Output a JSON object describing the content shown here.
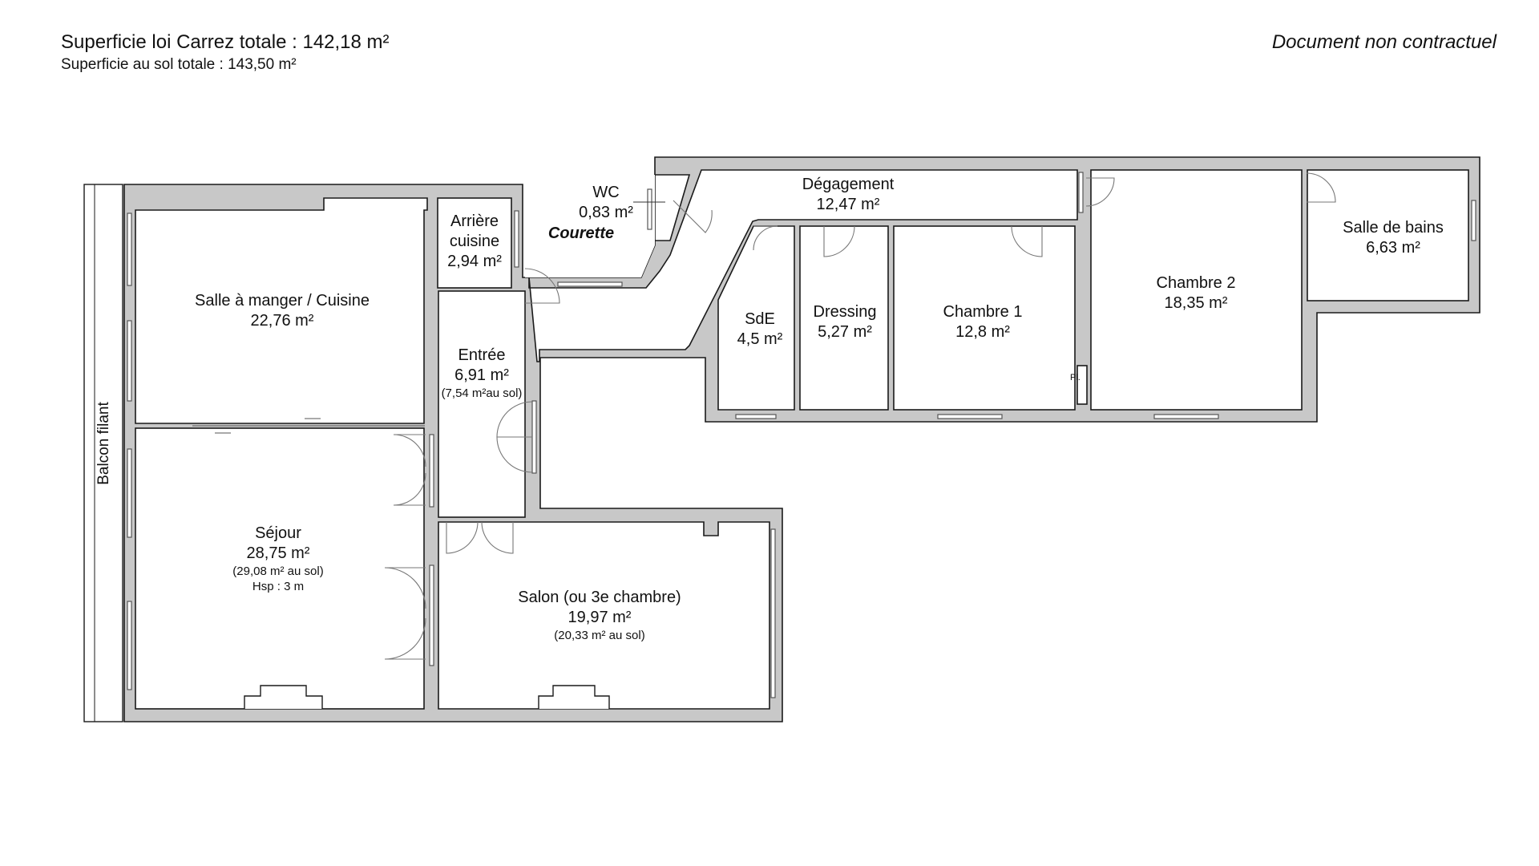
{
  "header": {
    "carrez_total": "Superficie loi Carrez totale :  142,18 m²",
    "floor_total": "Superficie au sol totale :  143,50 m²",
    "disclaimer": "Document non contractuel"
  },
  "labels": {
    "balcon": "Balcon filant",
    "courette": "Courette",
    "placard": "Pl."
  },
  "rooms": {
    "salle_manger": {
      "name": "Salle à manger / Cuisine",
      "area": "22,76 m²"
    },
    "arriere_cuisine": {
      "name1": "Arrière",
      "name2": "cuisine",
      "area": "2,94 m²"
    },
    "wc": {
      "name": "WC",
      "area": "0,83 m²"
    },
    "degagement": {
      "name": "Dégagement",
      "area": "12,47 m²"
    },
    "entree": {
      "name": "Entrée",
      "area": "6,91 m²",
      "note": "(7,54 m²au sol)"
    },
    "sde": {
      "name": "SdE",
      "area": "4,5 m²"
    },
    "dressing": {
      "name": "Dressing",
      "area": "5,27 m²"
    },
    "chambre1": {
      "name": "Chambre 1",
      "area": "12,8 m²"
    },
    "chambre2": {
      "name": "Chambre 2",
      "area": "18,35 m²"
    },
    "salle_bains": {
      "name": "Salle de bains",
      "area": "6,63 m²"
    },
    "sejour": {
      "name": "Séjour",
      "area": "28,75 m²",
      "note": "(29,08 m² au sol)",
      "height": "Hsp : 3 m"
    },
    "salon": {
      "name": "Salon (ou 3e chambre)",
      "area": "19,97 m²",
      "note": "(20,33 m² au sol)"
    }
  },
  "colors": {
    "wall_fill": "#c8c8c8",
    "wall_stroke": "#1a1a1a",
    "background": "#ffffff"
  }
}
